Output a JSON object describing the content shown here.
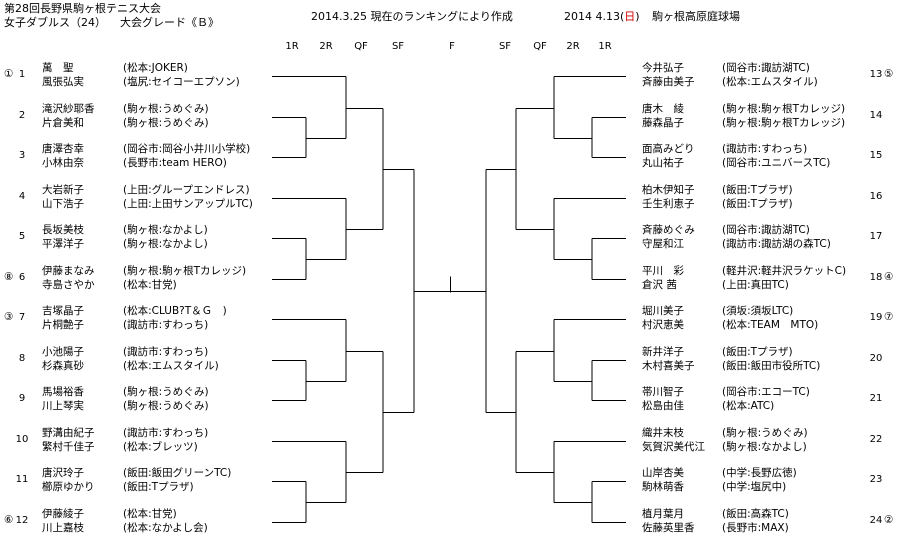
{
  "header": {
    "title": "第28回長野県駒ヶ根テニス大会",
    "event": "女子ダブルス（24）",
    "grade": "大会グレード《Ｂ》",
    "ranking_note": "2014.3.25 現在のランキングにより作成",
    "date_prefix": "2014 4.13(",
    "date_day": "日",
    "date_suffix": ")",
    "venue": "駒ヶ根高原庭球場"
  },
  "rounds_left": [
    "1R",
    "2R",
    "QF",
    "SF"
  ],
  "final_label": "F",
  "rounds_right": [
    "SF",
    "QF",
    "2R",
    "1R"
  ],
  "left": [
    {
      "num": "1",
      "seed": "①",
      "p1": "萬　聖",
      "a1": "(松本:JOKER)",
      "p2": "風張弘実",
      "a2": "(塩尻:セイコーエプソン)"
    },
    {
      "num": "2",
      "seed": "",
      "p1": "滝沢紗耶香",
      "a1": "(駒ヶ根:うめぐみ)",
      "p2": "片倉美和",
      "a2": "(駒ヶ根:うめぐみ)"
    },
    {
      "num": "3",
      "seed": "",
      "p1": "唐澤杏幸",
      "a1": "(岡谷市:岡谷小井川小学校)",
      "p2": "小林由奈",
      "a2": "(長野市:team HERO)"
    },
    {
      "num": "4",
      "seed": "",
      "p1": "大岩新子",
      "a1": "(上田:グループエンドレス)",
      "p2": "山下浩子",
      "a2": "(上田:上田サンアップルTC)"
    },
    {
      "num": "5",
      "seed": "",
      "p1": "長坂美枝",
      "a1": "(駒ヶ根:なかよし)",
      "p2": "平澤洋子",
      "a2": "(駒ヶ根:なかよし)"
    },
    {
      "num": "6",
      "seed": "⑧",
      "p1": "伊藤まなみ",
      "a1": "(駒ヶ根:駒ヶ根Tカレッジ)",
      "p2": "寺島さやか",
      "a2": "(松本:甘党)"
    },
    {
      "num": "7",
      "seed": "③",
      "p1": "吉塚晶子",
      "a1": "(松本:CLUB?T＆Ｇ　)",
      "p2": "片桐艶子",
      "a2": "(諏訪市:すわっち)"
    },
    {
      "num": "8",
      "seed": "",
      "p1": "小池陽子",
      "a1": "(諏訪市:すわっち)",
      "p2": "杉森真砂",
      "a2": "(松本:エムスタイル)"
    },
    {
      "num": "9",
      "seed": "",
      "p1": "馬場裕香",
      "a1": "(駒ヶ根:うめぐみ)",
      "p2": "川上琴実",
      "a2": "(駒ヶ根:うめぐみ)"
    },
    {
      "num": "10",
      "seed": "",
      "p1": "野溝由紀子",
      "a1": "(諏訪市:すわっち)",
      "p2": "繁村千佳子",
      "a2": "(松本:ブレッツ)"
    },
    {
      "num": "11",
      "seed": "",
      "p1": "唐沢玲子",
      "a1": "(飯田:飯田グリーンTC)",
      "p2": "櫛原ゆかり",
      "a2": "(飯田:Tプラザ)"
    },
    {
      "num": "12",
      "seed": "⑥",
      "p1": "伊藤綾子",
      "a1": "(松本:甘党)",
      "p2": "川上嘉枝",
      "a2": "(松本:なかよし会)"
    }
  ],
  "right": [
    {
      "num": "13",
      "seed": "⑤",
      "p1": "今井弘子",
      "a1": "(岡谷市:諏訪湖TC)",
      "p2": "斉藤由美子",
      "a2": "(松本:エムスタイル)"
    },
    {
      "num": "14",
      "seed": "",
      "p1": "唐木　綾",
      "a1": "(駒ヶ根:駒ヶ根Tカレッジ)",
      "p2": "藤森晶子",
      "a2": "(駒ヶ根:駒ヶ根Tカレッジ)"
    },
    {
      "num": "15",
      "seed": "",
      "p1": "面高みどり",
      "a1": "(諏訪市:すわっち)",
      "p2": "丸山祐子",
      "a2": "(岡谷市:ユニバースTC)"
    },
    {
      "num": "16",
      "seed": "",
      "p1": "柏木伊知子",
      "a1": "(飯田:Tプラザ)",
      "p2": "壬生利恵子",
      "a2": "(飯田:Tプラザ)"
    },
    {
      "num": "17",
      "seed": "",
      "p1": "斉藤めぐみ",
      "a1": "(岡谷市:諏訪湖TC)",
      "p2": "守屋和江",
      "a2": "(諏訪市:諏訪湖の森TC)"
    },
    {
      "num": "18",
      "seed": "④",
      "p1": "平川　彩",
      "a1": "(軽井沢:軽井沢ラケットC)",
      "p2": "倉沢 茜",
      "a2": "(上田:真田TC)"
    },
    {
      "num": "19",
      "seed": "⑦",
      "p1": "堀川美子",
      "a1": "(須坂:須坂LTC)",
      "p2": "村沢恵美",
      "a2": "(松本:TEAM　MTO)"
    },
    {
      "num": "20",
      "seed": "",
      "p1": "新井洋子",
      "a1": "(飯田:Tプラザ)",
      "p2": "木村喜美子",
      "a2": "(飯田:飯田市役所TC)"
    },
    {
      "num": "21",
      "seed": "",
      "p1": "帯川智子",
      "a1": "(岡谷市:エコーTC)",
      "p2": "松島由佳",
      "a2": "(松本:ATC)"
    },
    {
      "num": "22",
      "seed": "",
      "p1": "織井末枝",
      "a1": "(駒ヶ根:うめぐみ)",
      "p2": "気賀沢美代江",
      "a2": "(駒ヶ根:なかよし)"
    },
    {
      "num": "23",
      "seed": "",
      "p1": "山岸杏美",
      "a1": "(中学:長野広徳)",
      "p2": "駒林萌香",
      "a2": "(中学:塩尻中)"
    },
    {
      "num": "24",
      "seed": "②",
      "p1": "植月葉月",
      "a1": "(飯田:高森TC)",
      "p2": "佐藤英里香",
      "a2": "(長野市:MAX)"
    }
  ]
}
